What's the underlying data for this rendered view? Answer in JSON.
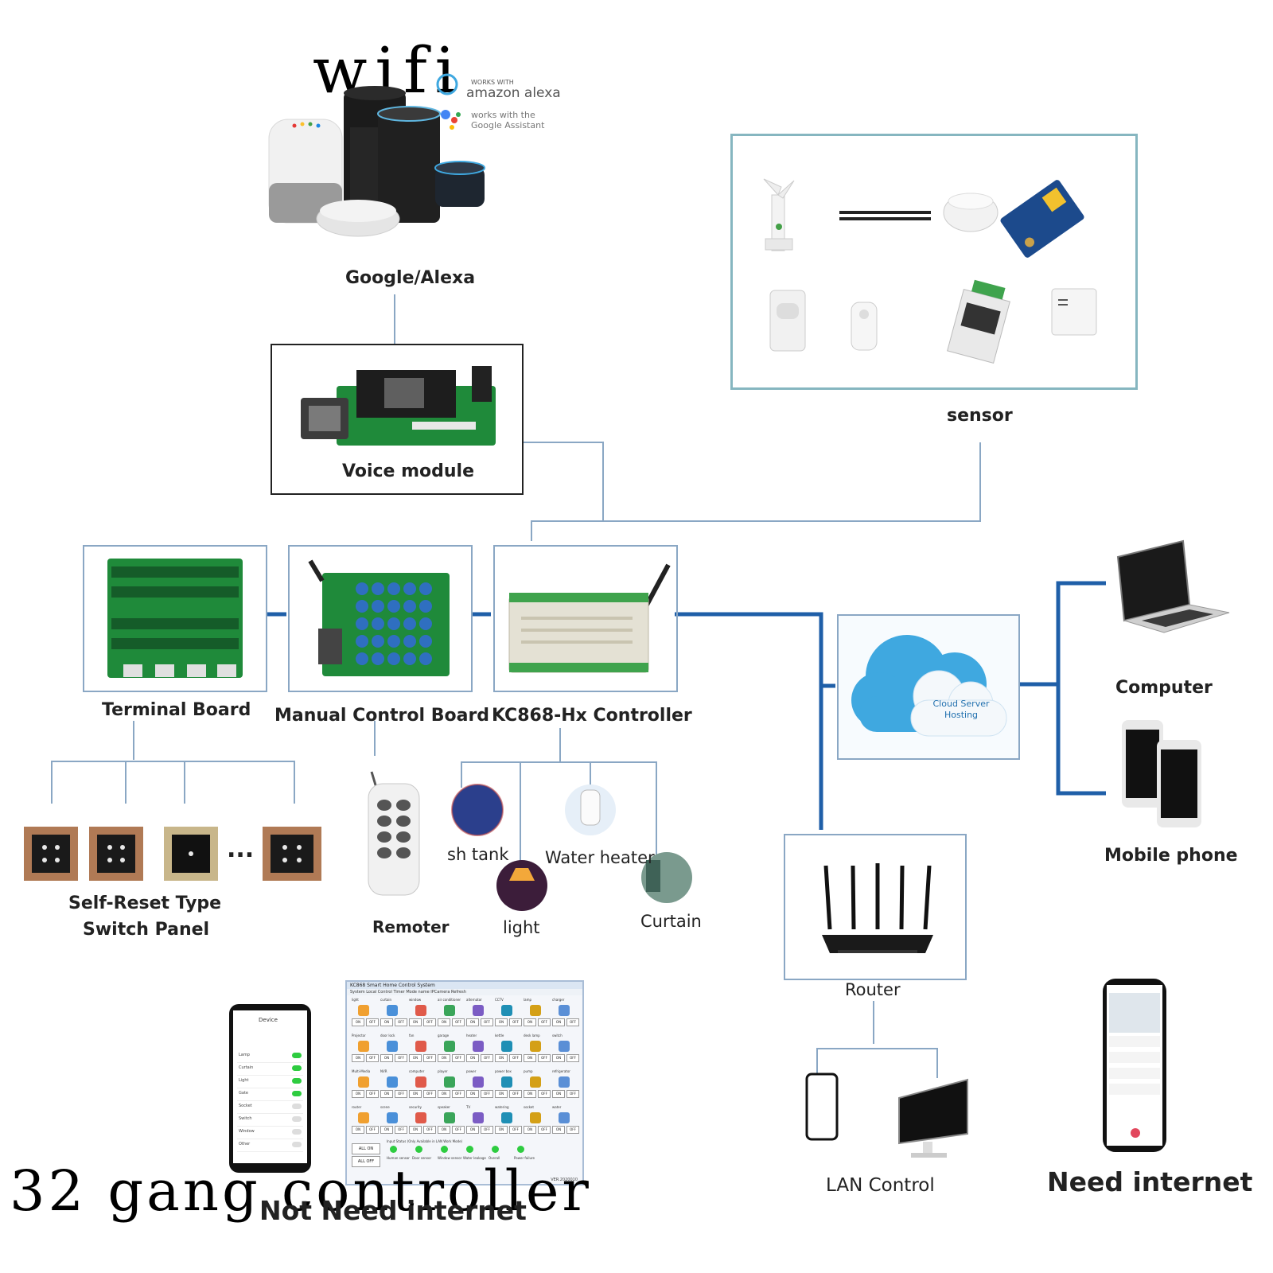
{
  "labels": {
    "wifi": "wifi",
    "alexa_badge": "amazon alexa",
    "alexa_badge_small": "WORKS WITH",
    "google_badge": "works with the Google Assistant",
    "google_alexa": "Google/Alexa",
    "voice_module": "Voice module",
    "sensor": "sensor",
    "terminal_board": "Terminal Board",
    "manual_control_board": "Manual Control Board",
    "controller": "KC868-Hx Controller",
    "cloud_text": "Cloud Server Hosting",
    "computer": "Computer",
    "mobile_phone": "Mobile phone",
    "switch_panel_line1": "Self-Reset Type",
    "switch_panel_line2": "Switch Panel",
    "switch_ellipsis": "...",
    "remoter": "Remoter",
    "fish_tank": "sh tank",
    "water_heater": "Water heater",
    "light": "light",
    "curtain": "Curtain",
    "router": "Router",
    "lan_control": "LAN Control",
    "need_internet": "Need internet",
    "not_need_internet": "Not Need internet",
    "gang_controller": "32 gang controller"
  },
  "colors": {
    "connector": "#8aa7c4",
    "network": "#1f5fa8",
    "sensor_border": "#86b6c0",
    "pcb_green": "#1f8a3a",
    "relay_blue": "#2f6fc0",
    "cloud_blue": "#3fa8e0"
  },
  "app_window": {
    "title": "KC868 Smart Home Control System",
    "menu": "System  Local Control  Timer  Mode name  IPCamera  Refresh",
    "devices": [
      "light",
      "curtain",
      "window",
      "air conditioner",
      "alternator",
      "CCTV",
      "lamp",
      "charger",
      "Projector",
      "door lock",
      "fan",
      "garage",
      "heater",
      "kettle",
      "desk lamp",
      "switch",
      "Multi-Media",
      "NVR",
      "computer",
      "player",
      "power",
      "power box",
      "pump",
      "refrigerator",
      "router",
      "scene",
      "security",
      "speaker",
      "TV",
      "watering",
      "socket",
      "water"
    ],
    "btn_on": "ON",
    "btn_off": "OFF",
    "all_on": "ALL ON",
    "all_off": "ALL OFF",
    "status_caption": "Input Status (Only Available in LAN Work Mode)",
    "status_labels": [
      "Human sensor",
      "Door sensor",
      "Window sensor",
      "Water leakage",
      "Overall",
      "Power failure"
    ],
    "version": "VER.2020010"
  },
  "phone_app": {
    "header": "Device",
    "items": [
      "Lamp",
      "Curtain",
      "Light",
      "Gate",
      "Socket",
      "Switch",
      "Window",
      "Other"
    ]
  },
  "icons": [
    "speaker-icon",
    "sensor-icon",
    "pcb-icon",
    "cloud-icon",
    "laptop-icon",
    "smartphone-icon",
    "router-icon",
    "monitor-icon",
    "remote-icon",
    "wall-switch-icon"
  ]
}
